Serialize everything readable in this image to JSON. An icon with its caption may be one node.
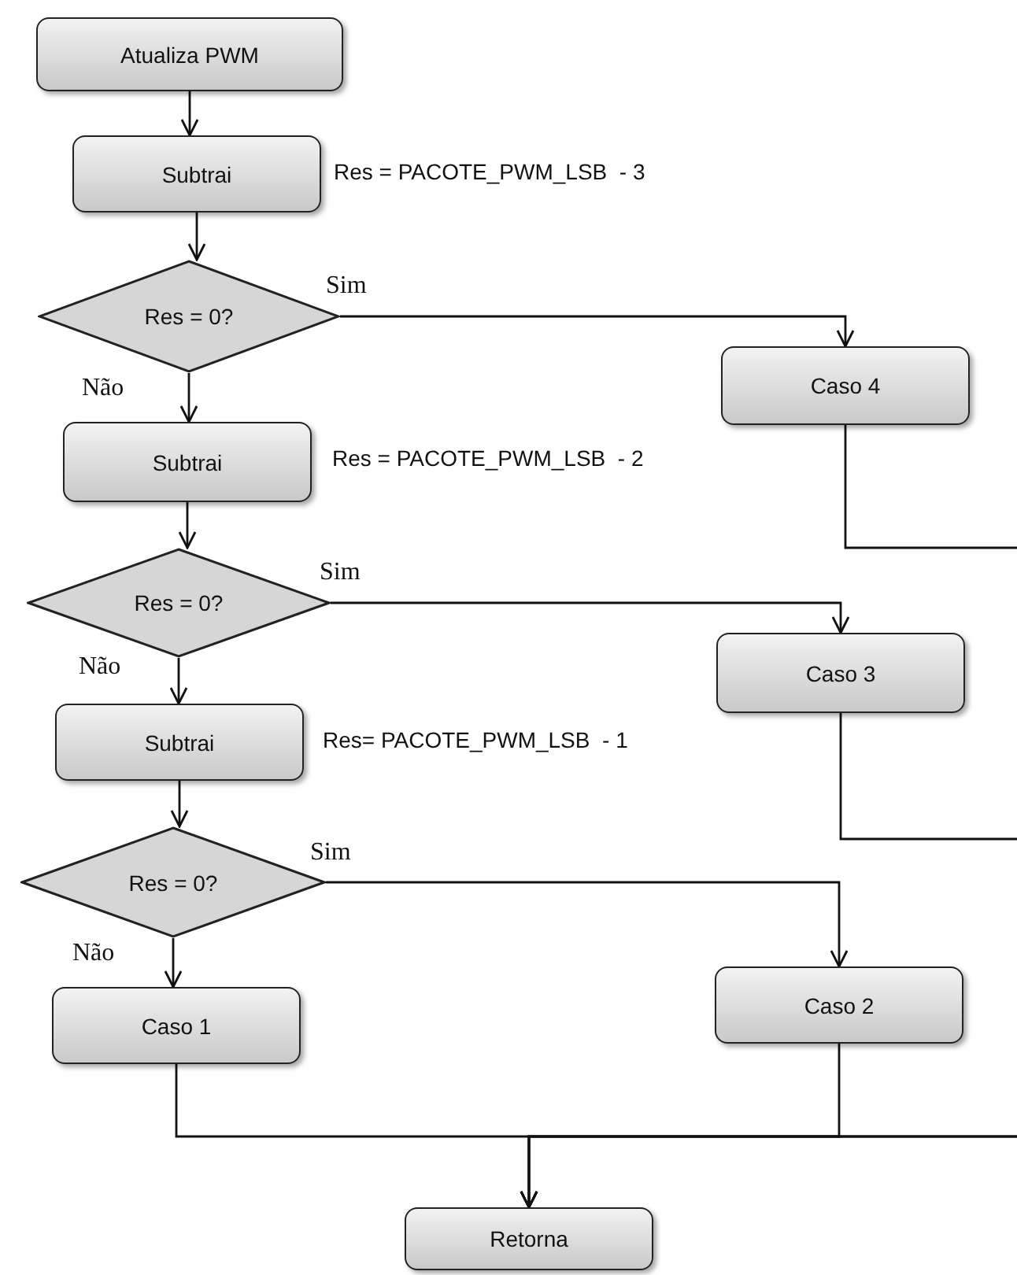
{
  "diagram": {
    "nodes": [
      {
        "text": [
          "Atualiza PWM"
        ]
      },
      {
        "text": [
          "Subtrai"
        ],
        "beside": [
          "Res = PACOTE_PWM_LSB  - 3"
        ]
      },
      {
        "text": [
          "Res = 0?"
        ]
      },
      {
        "text": [
          "Caso 4"
        ]
      },
      {
        "text": [
          "Subtrai"
        ],
        "beside": [
          "Res = PACOTE_PWM_LSB  - 2"
        ]
      },
      {
        "text": [
          "Res = 0?"
        ]
      },
      {
        "text": [
          "Caso 3"
        ]
      },
      {
        "text": [
          "Subtrai"
        ],
        "beside": [
          "Res= PACOTE_PWM_LSB  - 1"
        ]
      },
      {
        "text": [
          "Res = 0?"
        ]
      },
      {
        "text": [
          "Caso 1"
        ]
      },
      {
        "text": [
          "Caso 2"
        ]
      },
      {
        "text": [
          "Retorna"
        ]
      }
    ],
    "edges": [
      {
        "from": 0,
        "to": 1,
        "arrow": "to"
      },
      {
        "from": 1,
        "to": 2,
        "arrow": "to"
      },
      {
        "from": 2,
        "to": 3,
        "arrow": "to",
        "label": "Sim"
      },
      {
        "from": 2,
        "to": 4,
        "arrow": "to",
        "label": "Não"
      },
      {
        "from": 4,
        "to": 5,
        "arrow": "to"
      },
      {
        "from": 5,
        "to": 6,
        "arrow": "to",
        "label": "Sim"
      },
      {
        "from": 5,
        "to": 7,
        "arrow": "to",
        "label": "Não"
      },
      {
        "from": 7,
        "to": 8,
        "arrow": "to"
      },
      {
        "from": 8,
        "to": 10,
        "arrow": "to",
        "label": "Sim"
      },
      {
        "from": 8,
        "to": 9,
        "arrow": "to",
        "label": "Não"
      },
      {
        "from": 9,
        "to": 11,
        "arrow": "to"
      },
      {
        "from": 10,
        "to": 11,
        "arrow": "to"
      },
      {
        "from": 3,
        "to": 11,
        "arrow": "to"
      },
      {
        "from": 6,
        "to": 11,
        "arrow": "to"
      }
    ]
  }
}
